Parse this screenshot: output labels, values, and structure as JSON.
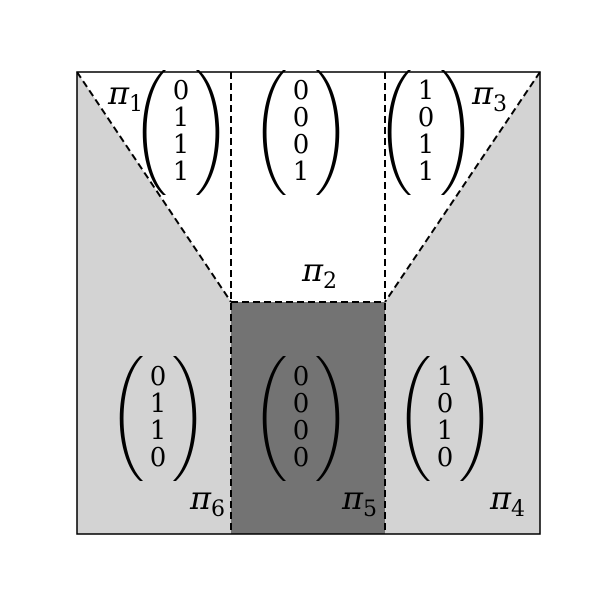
{
  "colors": {
    "background": "#ffffff",
    "light_region": "#d3d3d3",
    "dark_region": "#737373",
    "line": "#000000"
  },
  "regions": [
    {
      "label": "π",
      "subscript": "1",
      "vector": [
        "0",
        "1",
        "1",
        "1"
      ],
      "fill": "white"
    },
    {
      "label": "π",
      "subscript": "2",
      "vector": [
        "0",
        "0",
        "0",
        "1"
      ],
      "fill": "white"
    },
    {
      "label": "π",
      "subscript": "3",
      "vector": [
        "1",
        "0",
        "1",
        "1"
      ],
      "fill": "white"
    },
    {
      "label": "π",
      "subscript": "4",
      "vector": [
        "1",
        "0",
        "1",
        "0"
      ],
      "fill": "light"
    },
    {
      "label": "π",
      "subscript": "5",
      "vector": [
        "0",
        "0",
        "0",
        "0"
      ],
      "fill": "dark"
    },
    {
      "label": "π",
      "subscript": "6",
      "vector": [
        "0",
        "1",
        "1",
        "0"
      ],
      "fill": "light"
    }
  ]
}
